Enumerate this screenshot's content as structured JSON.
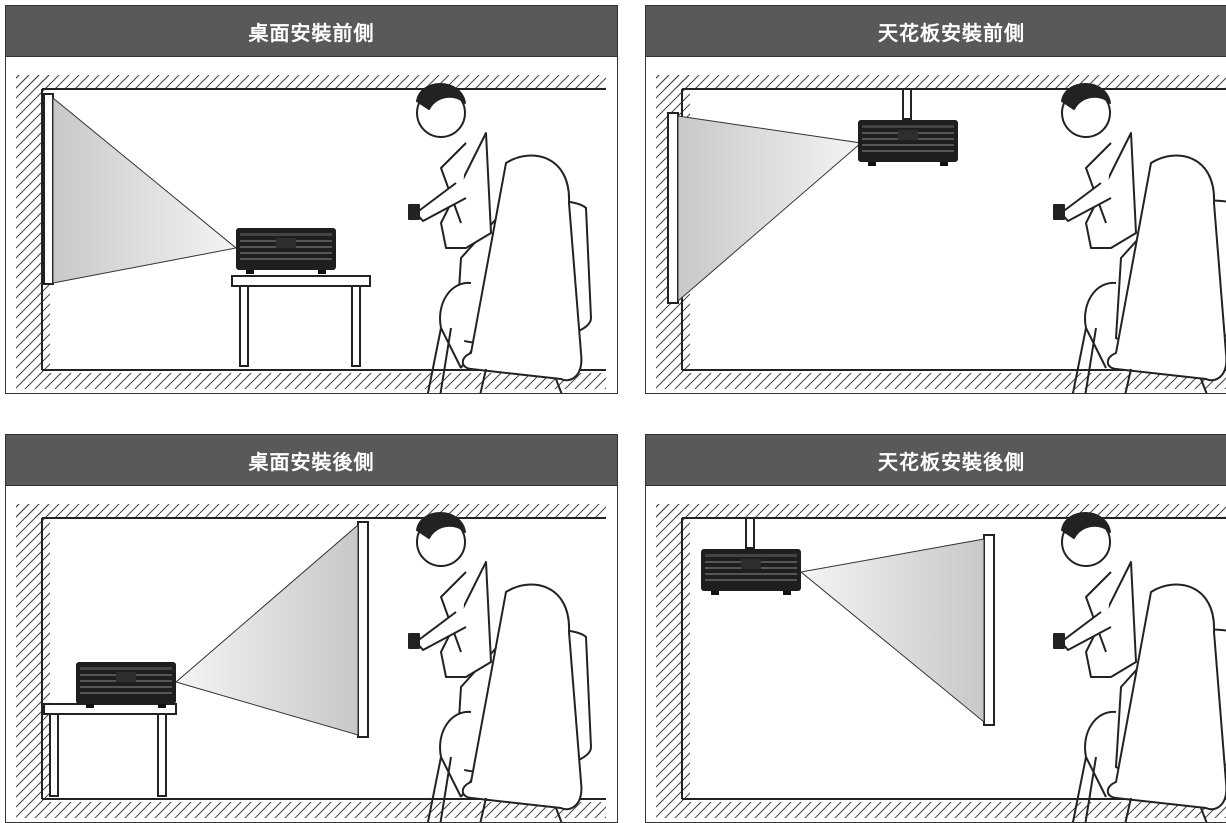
{
  "panels": [
    {
      "title": "桌面安裝前側"
    },
    {
      "title": "天花板安裝前側"
    },
    {
      "title": "桌面安裝後側"
    },
    {
      "title": "天花板安裝後側"
    }
  ]
}
